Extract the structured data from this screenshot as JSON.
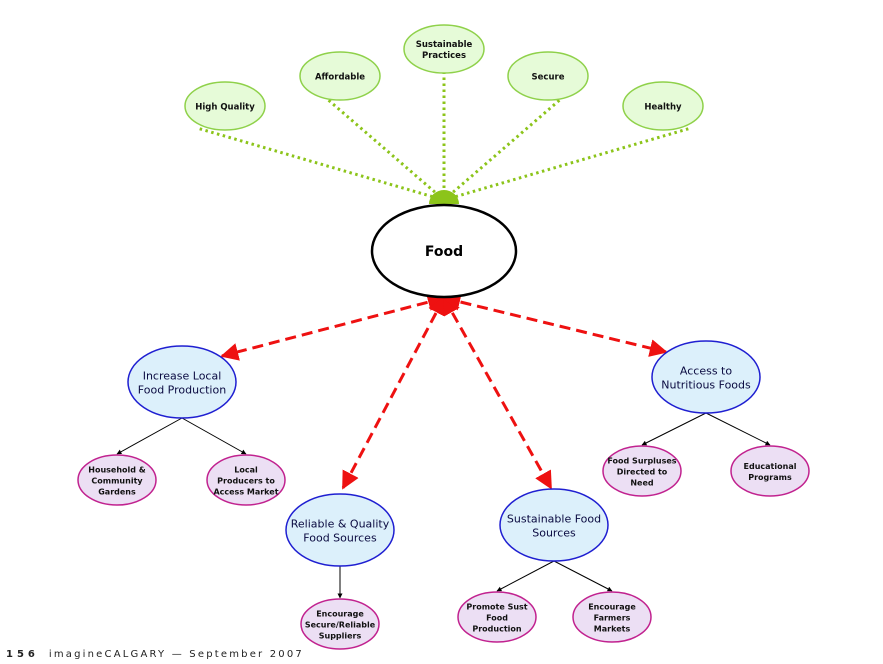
{
  "center": {
    "label": "Food"
  },
  "attributes": [
    {
      "id": "high-quality",
      "lines": [
        "High Quality"
      ]
    },
    {
      "id": "affordable",
      "lines": [
        "Affordable"
      ]
    },
    {
      "id": "sustainable-practices",
      "lines": [
        "Sustainable",
        "Practices"
      ]
    },
    {
      "id": "secure",
      "lines": [
        "Secure"
      ]
    },
    {
      "id": "healthy",
      "lines": [
        "Healthy"
      ]
    }
  ],
  "goals": [
    {
      "id": "increase-local-food-production",
      "lines": [
        "Increase Local",
        "Food Production"
      ],
      "children": [
        {
          "id": "household-community-gardens",
          "lines": [
            "Household &",
            "Community",
            "Gardens"
          ]
        },
        {
          "id": "local-producers-access-market",
          "lines": [
            "Local",
            "Producers to",
            "Access Market"
          ]
        }
      ]
    },
    {
      "id": "reliable-quality-food-sources",
      "lines": [
        "Reliable & Quality",
        "Food Sources"
      ],
      "children": [
        {
          "id": "encourage-secure-reliable-suppliers",
          "lines": [
            "Encourage",
            "Secure/Reliable",
            "Suppliers"
          ]
        }
      ]
    },
    {
      "id": "sustainable-food-sources",
      "lines": [
        "Sustainable Food",
        "Sources"
      ],
      "children": [
        {
          "id": "promote-sust-food-production",
          "lines": [
            "Promote Sust",
            "Food",
            "Production"
          ]
        },
        {
          "id": "encourage-farmers-markets",
          "lines": [
            "Encourage",
            "Farmers",
            "Markets"
          ]
        }
      ]
    },
    {
      "id": "access-to-nutritious-foods",
      "lines": [
        "Access to",
        "Nutritious Foods"
      ],
      "children": [
        {
          "id": "food-surpluses-directed-to-need",
          "lines": [
            "Food Surpluses",
            "Directed to",
            "Need"
          ]
        },
        {
          "id": "educational-programs",
          "lines": [
            "Educational",
            "Programs"
          ]
        }
      ]
    }
  ],
  "footer": {
    "page_number": "156",
    "text": "imagineCALGARY — September 2007"
  },
  "colors": {
    "attribute_fill": "#e6fbd8",
    "attribute_stroke": "#8fd14a",
    "connector_green": "#8cc41a",
    "goal_fill": "#dcf0fb",
    "goal_stroke": "#1f1fd1",
    "action_fill": "#ecdff4",
    "action_stroke": "#c1228f",
    "arrow_red": "#ee1111",
    "center_stroke": "#000000"
  }
}
